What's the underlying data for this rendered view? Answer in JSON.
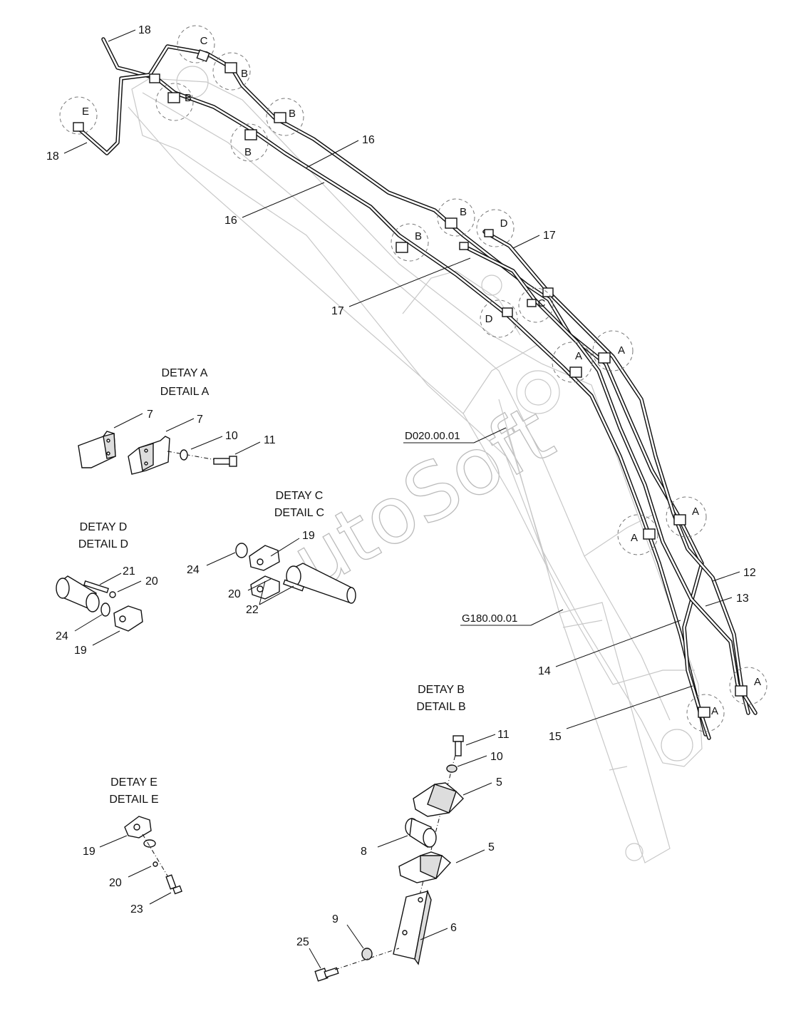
{
  "watermark": "utoSoft",
  "references": {
    "boom": "D020.00.01",
    "cylinder": "G180.00.01"
  },
  "details": [
    {
      "title_tr": "DETAY A",
      "title_en": "DETAIL A"
    },
    {
      "title_tr": "DETAY B",
      "title_en": "DETAIL B"
    },
    {
      "title_tr": "DETAY C",
      "title_en": "DETAIL C"
    },
    {
      "title_tr": "DETAY D",
      "title_en": "DETAIL D"
    },
    {
      "title_tr": "DETAY E",
      "title_en": "DETAIL E"
    }
  ],
  "callouts": {
    "main": [
      "18",
      "18",
      "16",
      "16",
      "17",
      "17",
      "12",
      "13",
      "14",
      "15"
    ],
    "detail_a": [
      "7",
      "7",
      "10",
      "11"
    ],
    "detail_b": [
      "11",
      "10",
      "5",
      "8",
      "5",
      "9",
      "6",
      "25"
    ],
    "detail_c": [
      "19",
      "24",
      "20",
      "22"
    ],
    "detail_d": [
      "21",
      "20",
      "24",
      "19"
    ],
    "detail_e": [
      "19",
      "20",
      "23"
    ]
  },
  "detail_circles": [
    "C",
    "B",
    "B",
    "E",
    "B",
    "B",
    "B",
    "B",
    "D",
    "C",
    "D",
    "A",
    "A",
    "A",
    "A",
    "A",
    "A"
  ]
}
